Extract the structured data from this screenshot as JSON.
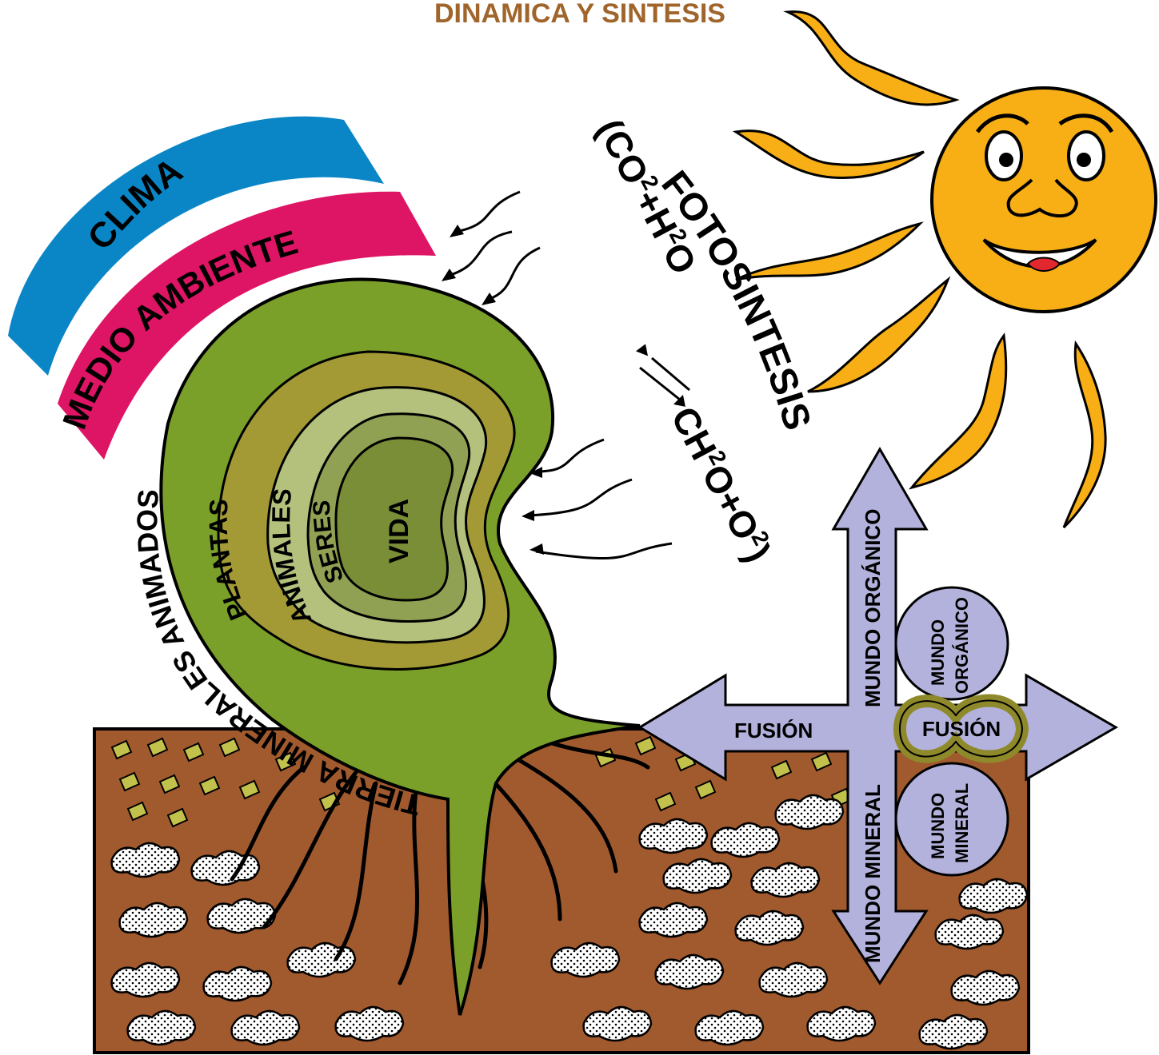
{
  "title": "DINAMICA  Y SINTESIS",
  "bands": {
    "clima": "CLIMA",
    "medio_ambiente": "MEDIO AMBIENTE"
  },
  "layers": {
    "tierra": "TIERRA MINERALES ANIMADOS",
    "plantas": "PLANTAS",
    "animales": "ANIMALES",
    "seres": "SERES",
    "vida": "VIDA"
  },
  "photosynthesis": {
    "label": "FOTOSINTESIS",
    "equation_left": "(CO",
    "equation_mid": "+H",
    "equation_o": "O",
    "equation_right": "CH",
    "equation_tail": "O+O",
    "close_paren": ")",
    "sub2": "2"
  },
  "arrows": {
    "up": "MUNDO ORGÁNICO",
    "down": "MUNDO MINERAL",
    "left": "FUSIÓN"
  },
  "circles": {
    "top_line1": "MUNDO",
    "top_line2": "ORGÁNICO",
    "bottom_line1": "MUNDO",
    "bottom_line2": "MINERAL",
    "fusion": "FUSIÓN"
  },
  "colors": {
    "title": "#a0652b",
    "clima": "#0a86c6",
    "medio_ambiente": "#de1464",
    "tierra": "#7aa02a",
    "plantas": "#a39a36",
    "animales": "#b3c17c",
    "seres": "#90a154",
    "vida": "#7a8e38",
    "sun": "#f8ae15",
    "soil": "#a15a2e",
    "arrow": "#b3b2dc",
    "fusion_ring": "#8e8a2b"
  }
}
